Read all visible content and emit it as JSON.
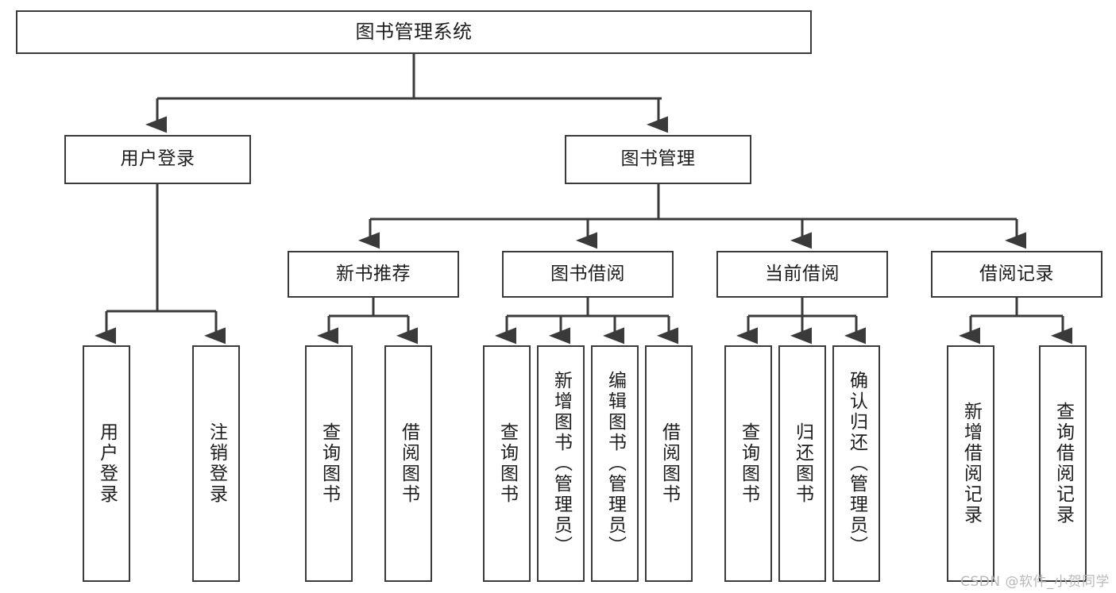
{
  "diagram": {
    "title": "图书管理系统",
    "root": {
      "label": "图书管理系统"
    },
    "level2": [
      {
        "label": "用户登录"
      },
      {
        "label": "图书管理"
      }
    ],
    "level3": [
      {
        "label": "新书推荐"
      },
      {
        "label": "图书借阅"
      },
      {
        "label": "当前借阅"
      },
      {
        "label": "借阅记录"
      }
    ],
    "leaves": [
      {
        "label": "用户登录"
      },
      {
        "label": "注销登录"
      },
      {
        "label": "查询图书"
      },
      {
        "label": "借阅图书"
      },
      {
        "label": "查询图书"
      },
      {
        "label": "新增图书（管理员）"
      },
      {
        "label": "编辑图书（管理员）"
      },
      {
        "label": "借阅图书"
      },
      {
        "label": "查询图书"
      },
      {
        "label": "归还图书"
      },
      {
        "label": "确认归还（管理员）"
      },
      {
        "label": "新增借阅记录"
      },
      {
        "label": "查询借阅记录"
      }
    ],
    "watermark": "CSDN @软件_小贺同学",
    "colors": {
      "stroke": "#3a3a3a",
      "text": "#1d1d1d",
      "background": "#ffffff",
      "watermark": "#b9b9b9"
    }
  }
}
